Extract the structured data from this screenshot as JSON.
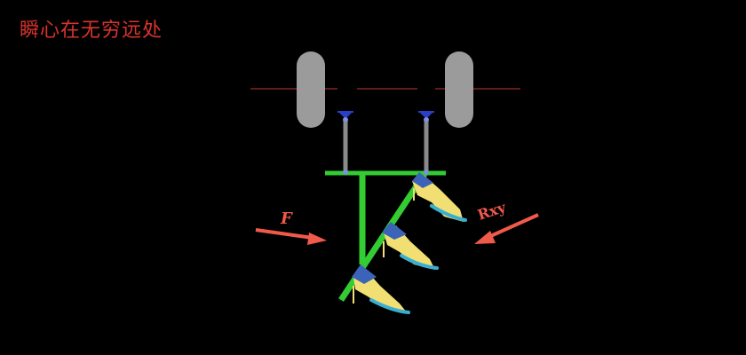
{
  "title": "瞬心在无穷远处",
  "labels": {
    "force_left": "F",
    "force_right": "Rxy"
  },
  "colors": {
    "background": "#000000",
    "title": "#d8332b",
    "wheel": "#9b9b9b",
    "axle_line": "#c0392b",
    "frame": "#33cc33",
    "link_rod": "#8a8a8a",
    "joint_blue": "#2a3ec8",
    "share_yellow": "#f2df73",
    "share_blue": "#3b63b8",
    "share_cyan": "#3aaed0",
    "arrow": "#f05a4a",
    "force_label": "#f05a4a"
  }
}
